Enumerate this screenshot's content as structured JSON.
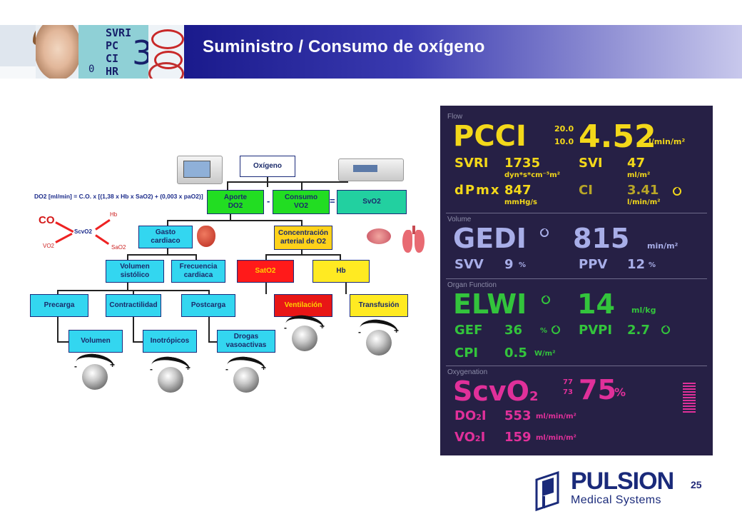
{
  "header": {
    "title": "Suministro / Consumo de oxígeno",
    "image_screen_labels": [
      "SVRI",
      "PC",
      "CI",
      "HR"
    ],
    "image_screen_big": "3",
    "image_screen_zero": "0"
  },
  "diagram": {
    "formula": "DO2 [ml/min] = C.O. x [(1,38 x Hb x SaO2) + (0,003 x paO2)]",
    "left_labels": {
      "co": "CO",
      "hb": "Hb",
      "vo2": "VO2",
      "sao2": "SaO2",
      "center": "ScvO2"
    },
    "operators": {
      "minus": "-",
      "equals": "="
    },
    "nodes": {
      "oxigeno": "Oxígeno",
      "aporte": "Aporte\nDO2",
      "consumo": "Consumo\nVO2",
      "svo2": "SvO2",
      "gasto": "Gasto\ncardiaco",
      "concentracion": "Concentración\narterial de O2",
      "volumen_sistolico": "Volumen\nsistólico",
      "frecuencia": "Frecuencia\ncardiaca",
      "sato2": "SatO2",
      "hb": "Hb",
      "precarga": "Precarga",
      "contractilidad": "Contractilidad",
      "postcarga": "Postcarga",
      "ventilacion": "Ventilación",
      "transfusion": "Transfusión",
      "volumen": "Volumen",
      "inotropicos": "Inotrópicos",
      "drogas": "Drogas\nvasoactivas"
    },
    "knob": {
      "minus": "-",
      "plus": "+"
    }
  },
  "monitor": {
    "flow": {
      "section": "Flow",
      "pcci_label": "PCCI",
      "pcci_hi": "20.0",
      "pcci_lo": "10.0",
      "pcci_value": "4.52",
      "pcci_unit": "l/min/m²",
      "svri_label": "SVRI",
      "svri_value": "1735",
      "svri_unit": "dyn*s*cm⁻⁵m²",
      "svi_label": "SVI",
      "svi_value": "47",
      "svi_unit": "ml/m²",
      "dpmx_label": "dPmx",
      "dpmx_value": "847",
      "dpmx_unit": "mmHg/s",
      "ci_label": "CI",
      "ci_value": "3.41",
      "ci_unit": "l/min/m²"
    },
    "volume": {
      "section": "Volume",
      "gedi_label": "GEDI",
      "gedi_value": "815",
      "gedi_unit": "min/m²",
      "svv_label": "SVV",
      "svv_value": "9",
      "svv_unit": "%",
      "ppv_label": "PPV",
      "ppv_value": "12",
      "ppv_unit": "%"
    },
    "organ": {
      "section": "Organ Function",
      "elwi_label": "ELWI",
      "elwi_value": "14",
      "elwi_unit": "ml/kg",
      "gef_label": "GEF",
      "gef_value": "36",
      "gef_unit": "%",
      "pvpi_label": "PVPI",
      "pvpi_value": "2.7",
      "cpi_label": "CPI",
      "cpi_value": "0.5",
      "cpi_unit": "W/m²"
    },
    "oxygenation": {
      "section": "Oxygenation",
      "scvo2_label": "ScvO",
      "scvo2_sub": "2",
      "scvo2_hi": "77",
      "scvo2_lo": "73",
      "scvo2_value": "75",
      "scvo2_unit": "%",
      "do2i_label": "DO",
      "do2i_sub": "2",
      "do2i_suffix": "I",
      "do2i_value": "553",
      "do2i_unit": "ml/min/m²",
      "vo2i_label": "VO",
      "vo2i_sub": "2",
      "vo2i_suffix": "I",
      "vo2i_value": "159",
      "vo2i_unit": "ml/min/m²"
    }
  },
  "footer": {
    "page_number": "25",
    "brand": "PULSION",
    "brand_sub": "Medical Systems"
  },
  "colors": {
    "header_gradient_start": "#1a1a8c",
    "monitor_bg": "#262045",
    "flow_yellow": "#f3d81a",
    "volume_blue": "#a8aee8",
    "organ_green": "#33c43c",
    "oxygen_magenta": "#e0309a"
  }
}
